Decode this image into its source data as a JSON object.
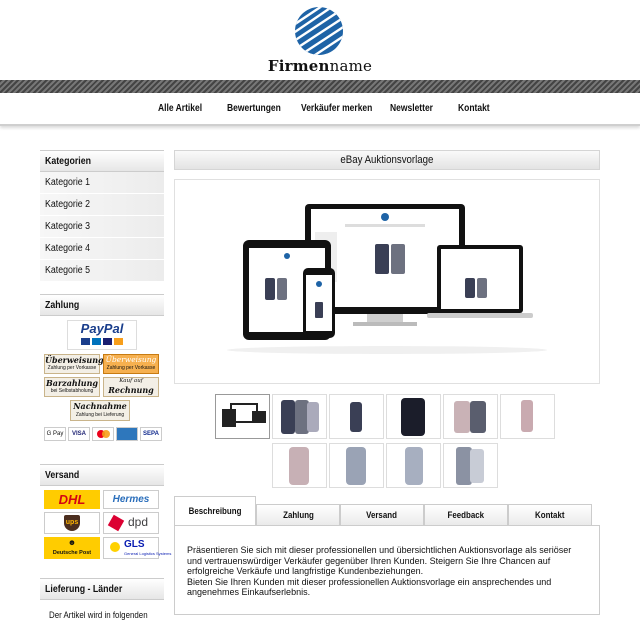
{
  "brand": {
    "part1": "Firmen",
    "part2": "name",
    "colors": {
      "blue": "#1e63a6"
    }
  },
  "nav": [
    "Alle Artikel",
    "Bewertungen",
    "Verkäufer merken",
    "Newsletter",
    "Kontakt"
  ],
  "sidebar": {
    "categories_title": "Kategorien",
    "categories": [
      "Kategorie 1",
      "Kategorie 2",
      "Kategorie 3",
      "Kategorie 4",
      "Kategorie 5"
    ],
    "payment_title": "Zahlung",
    "payment": {
      "paypal": "PayPal",
      "ueberweisung": "Überweisung",
      "ueberweisung_sub": "Zahlung per Vorkasse",
      "ueberweisung2": "Überweisung",
      "ueberweisung2_sub": "Zahlung per Vorkasse",
      "barzahlung": "Barzahlung",
      "barzahlung_sub": "bei Selbstabholung",
      "rechnung_top": "Kauf auf",
      "rechnung": "Rechnung",
      "nachnahme": "Nachnahme",
      "nachnahme_sub": "Zahlung bei Lieferung",
      "cards": [
        "G Pay",
        "VISA",
        "",
        "",
        "SEPA"
      ]
    },
    "shipping_title": "Versand",
    "shipping": {
      "dhl": "DHL",
      "hermes": "Hermes",
      "ups": "ups",
      "dpd": "dpd",
      "dp": "Deutsche Post",
      "gls": "GLS",
      "gls_sub": "General Logistics Systems"
    },
    "delivery_title": "Lieferung - Länder",
    "delivery_text": "Der Artikel wird in folgenden"
  },
  "main": {
    "title": "eBay Auktionsvorlage",
    "tabs": [
      "Beschreibung",
      "Zahlung",
      "Versand",
      "Feedback",
      "Kontakt"
    ],
    "description": [
      "Präsentieren Sie sich mit dieser professionellen und übersichtlichen Auktionsvorlage als seriöser und vertrauenswürdiger Verkäufer gegenüber Ihren Kunden. Steigern Sie Ihre Chancen auf erfolgreiche Verkäufe und langfristige Kundenbeziehungen.",
      "Bieten Sie Ihren Kunden mit dieser professionellen Auktionsvorlage ein ansprechendes und angenehmes Einkaufserlebnis."
    ]
  }
}
